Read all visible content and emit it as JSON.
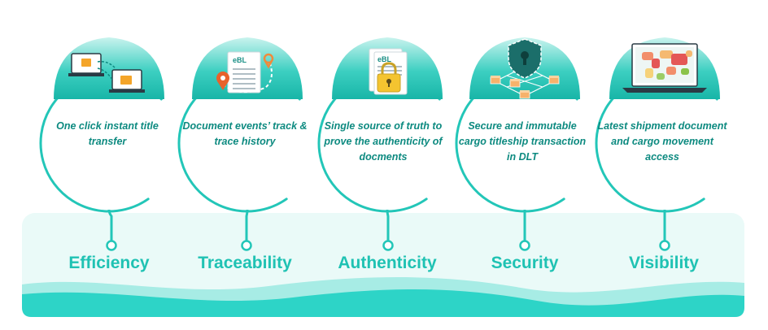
{
  "pillars": [
    {
      "label": "Efficiency",
      "description": "One click instant title transfer",
      "icon": "folder-transfer-icon"
    },
    {
      "label": "Traceability",
      "description": "Document events’ track &  trace history",
      "icon": "document-tracking-icon"
    },
    {
      "label": "Authenticity",
      "description": "Single source of truth to prove the authenticity of docments",
      "icon": "locked-ebl-document-icon"
    },
    {
      "label": "Security",
      "description": "Secure and immutable cargo titleship transaction in DLT",
      "icon": "shield-network-icon"
    },
    {
      "label": "Visibility",
      "description": "Latest shipment document and cargo movement access",
      "icon": "world-map-laptop-icon"
    }
  ],
  "icon_text": {
    "ebl": "eBL"
  },
  "colors": {
    "teal": "#23c6b8",
    "teal_dark": "#0d8a80",
    "band": "#eafaf8",
    "wave": "#2dd4c7",
    "wave_light": "#a7ece5"
  }
}
